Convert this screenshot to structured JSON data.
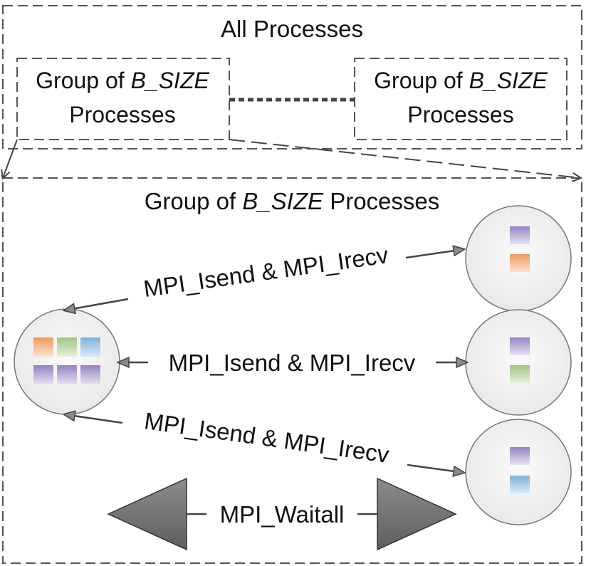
{
  "outer_box": {
    "title": "All Processes"
  },
  "group_small": {
    "prefix": "Group of ",
    "var": "B_SIZE",
    "suffix": "Processes"
  },
  "group_detail": {
    "prefix": "Group of ",
    "var": "B_SIZE",
    "suffix": " Processes"
  },
  "edges": [
    {
      "label": "MPI_Isend & MPI_Irecv"
    },
    {
      "label": "MPI_Isend & MPI_Irecv"
    },
    {
      "label": "MPI_Isend & MPI_Irecv"
    }
  ],
  "waitall": {
    "label": "MPI_Waitall"
  },
  "colors": {
    "orange": "#f0a46c",
    "green": "#a9c98a",
    "blue": "#88b8dc",
    "purple": "#9e8cc4",
    "border": "#555555"
  }
}
